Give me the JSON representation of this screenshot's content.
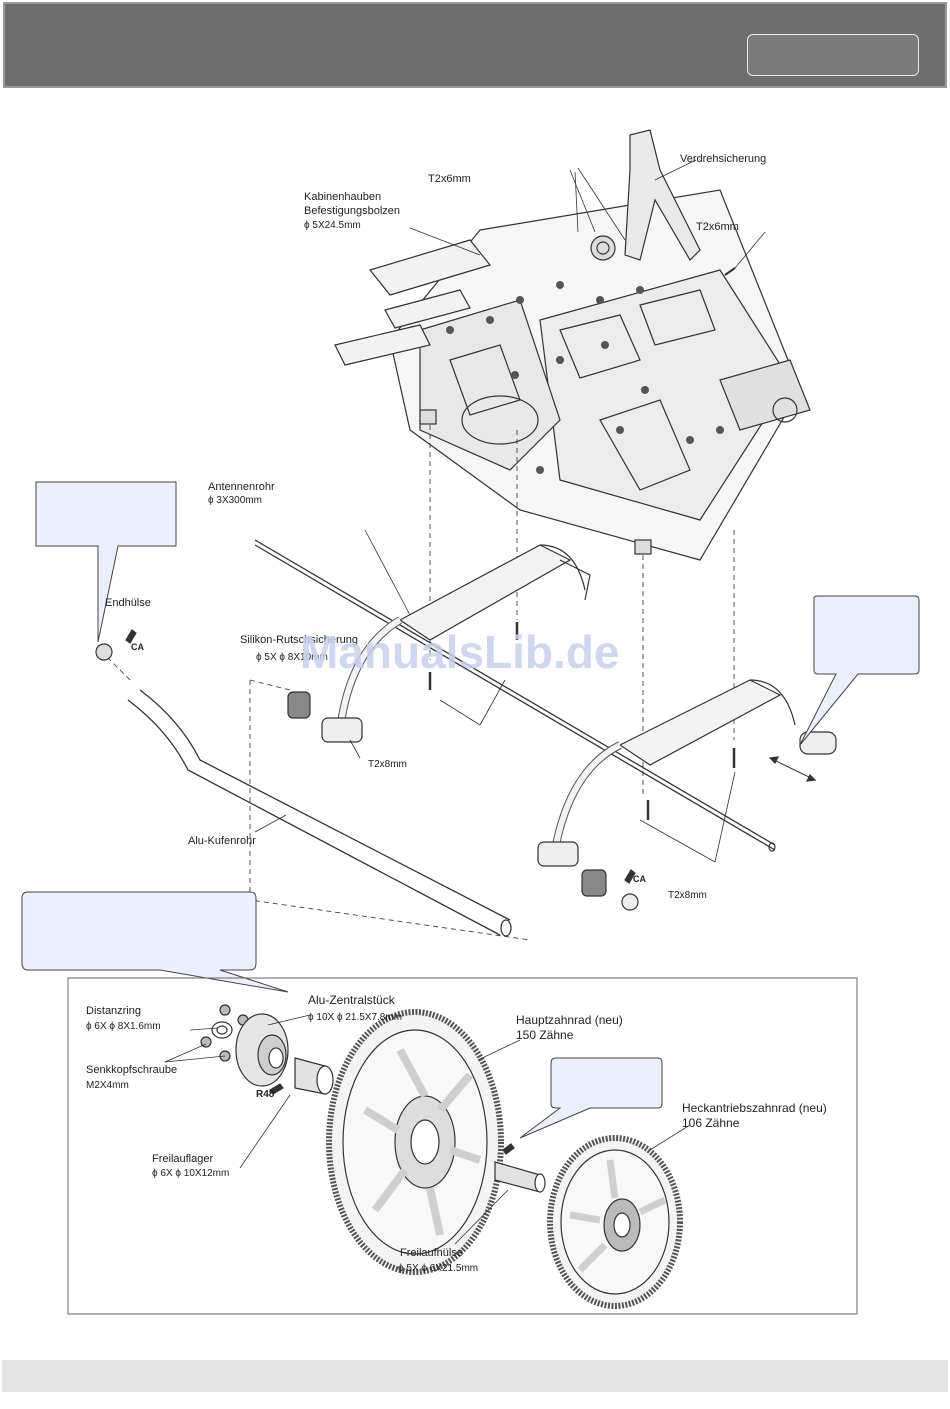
{
  "labels": {
    "verdrehsicherung": "Verdrehsicherung",
    "t2x6_top": "T2x6mm",
    "t2x6_right": "T2x6mm",
    "kabinen_line1": "Kabinenhauben",
    "kabinen_line2": "Befestigungsbolzen",
    "kabinen_dim": "ϕ 5X24.5mm",
    "antennenrohr": "Antennenrohr",
    "antennenrohr_dim": "ϕ 3X300mm",
    "endhuelse": "Endhülse",
    "ca_left": "CA",
    "silikon": "Silikon-Rutschsicherung",
    "silikon_dim": "ϕ 5X ϕ 8X10mm",
    "t2x8_left": "T2x8mm",
    "alu_kufenrohr": "Alu-Kufenrohr",
    "ca_right": "CA",
    "t2x8_right": "T2x8mm",
    "alu_zentral": "Alu-Zentralstück",
    "alu_zentral_dim": "ϕ 10X ϕ 21.5X7.8mm",
    "distanzring": "Distanzring",
    "distanzring_dim": "ϕ 6X ϕ 8X1.6mm",
    "senkkopf": "Senkkopfschraube",
    "senkkopf_dim": "M2X4mm",
    "r48": "R48",
    "freilauflager": "Freilauflager",
    "freilauflager_dim": "ϕ 6X ϕ 10X12mm",
    "hauptzahnrad_line1": "Hauptzahnrad (neu)",
    "hauptzahnrad_line2": "150 Zähne",
    "heckantrieb_line1": "Heckantriebszahnrad (neu)",
    "heckantrieb_line2": "106 Zähne",
    "freilaufhuelse": "Freilaufhülse",
    "freilaufhuelse_dim": "ϕ 5X ϕ 6X21.5mm"
  },
  "watermark": "ManualsLib.de",
  "colors": {
    "header": "#6e6e6e",
    "callout_fill": "#eaf0ff",
    "footer": "#e4e4e4"
  }
}
